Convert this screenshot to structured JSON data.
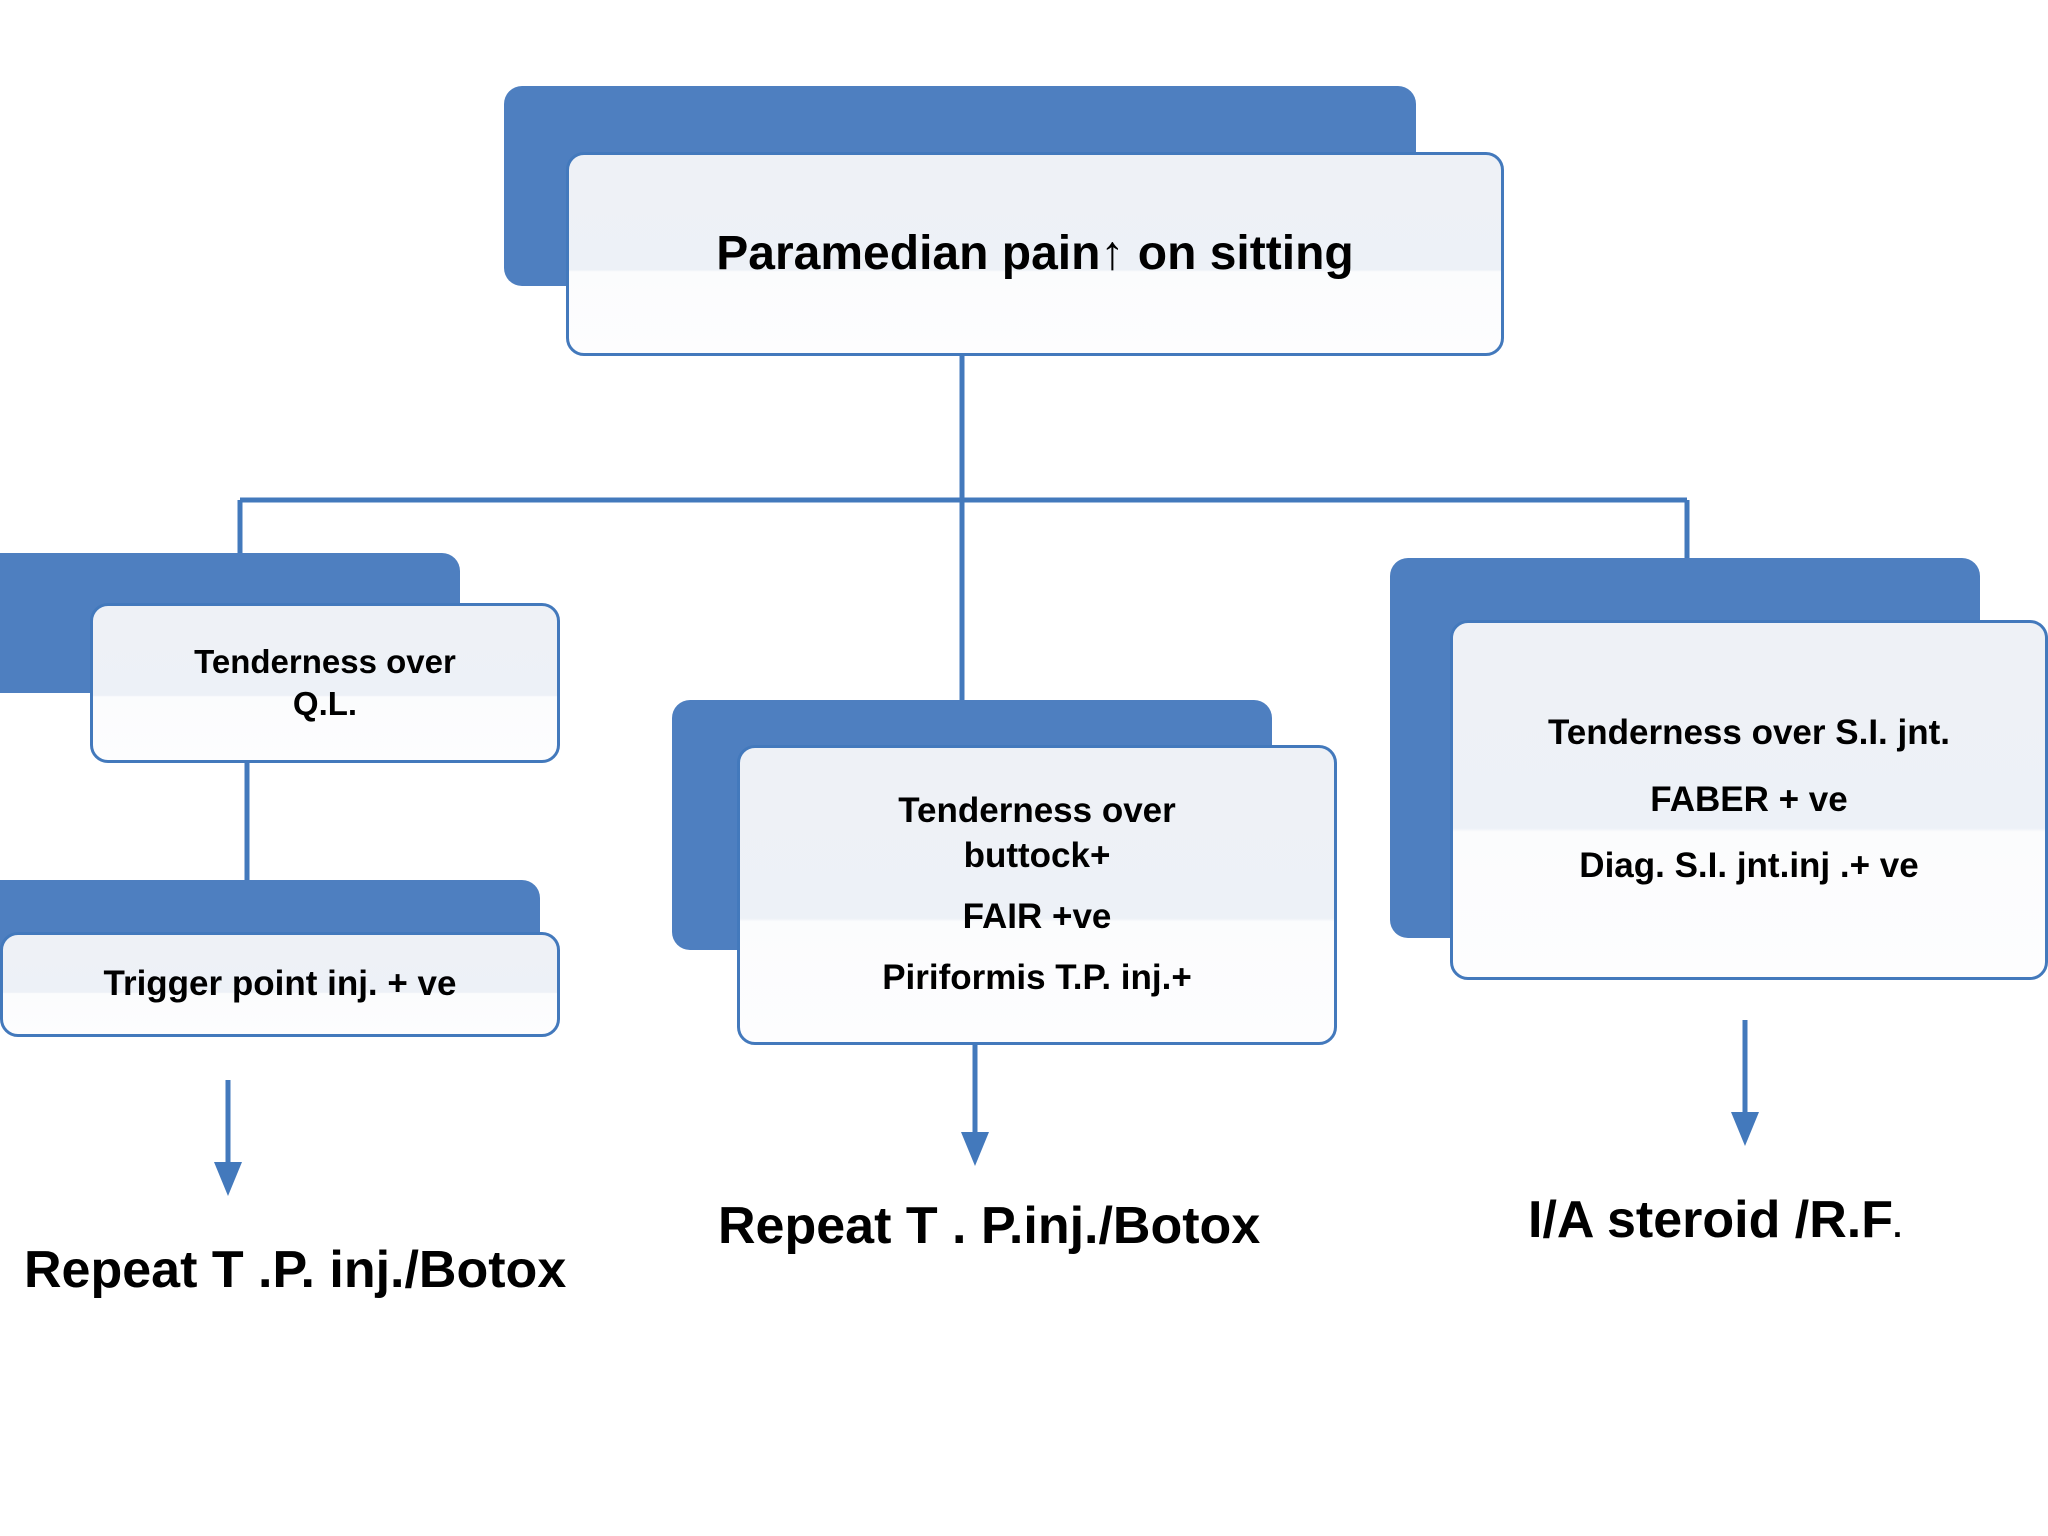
{
  "diagram": {
    "title_node": {
      "name": "paramedian-pain-node",
      "lines": [
        "Paramedian pain↑ on sitting"
      ]
    },
    "branches": [
      {
        "id": "ql",
        "node": {
          "name": "tenderness-ql-node",
          "lines": [
            "Tenderness over",
            "Q.L."
          ]
        },
        "child": {
          "name": "trigger-point-node",
          "lines": [
            "Trigger point inj. + ve"
          ]
        },
        "outcome": {
          "name": "repeat-tp-botox-left-label",
          "text": "Repeat T .P. inj./Botox"
        }
      },
      {
        "id": "buttock",
        "node": {
          "name": "tenderness-buttock-node",
          "lines": [
            "Tenderness over",
            "buttock+",
            "FAIR +ve",
            "Piriformis T.P. inj.+"
          ]
        },
        "child": null,
        "outcome": {
          "name": "repeat-tp-botox-middle-label",
          "text": "Repeat T . P.inj./Botox"
        }
      },
      {
        "id": "si-joint",
        "node": {
          "name": "tenderness-si-joint-node",
          "lines": [
            "Tenderness over S.I. jnt.",
            "FABER + ve",
            "Diag. S.I. jnt.inj .+ ve"
          ]
        },
        "child": null,
        "outcome": {
          "name": "ia-steroid-rf-label",
          "text": "I/A steroid /R.F",
          "tail": "."
        }
      }
    ],
    "colors": {
      "shadow_blue": "#4E7FC0",
      "border_blue": "#4379BC",
      "connector_blue": "#4379BC",
      "face_light": "#EDF1F7",
      "text_black": "#000000",
      "background": "#FFFFFF"
    }
  }
}
